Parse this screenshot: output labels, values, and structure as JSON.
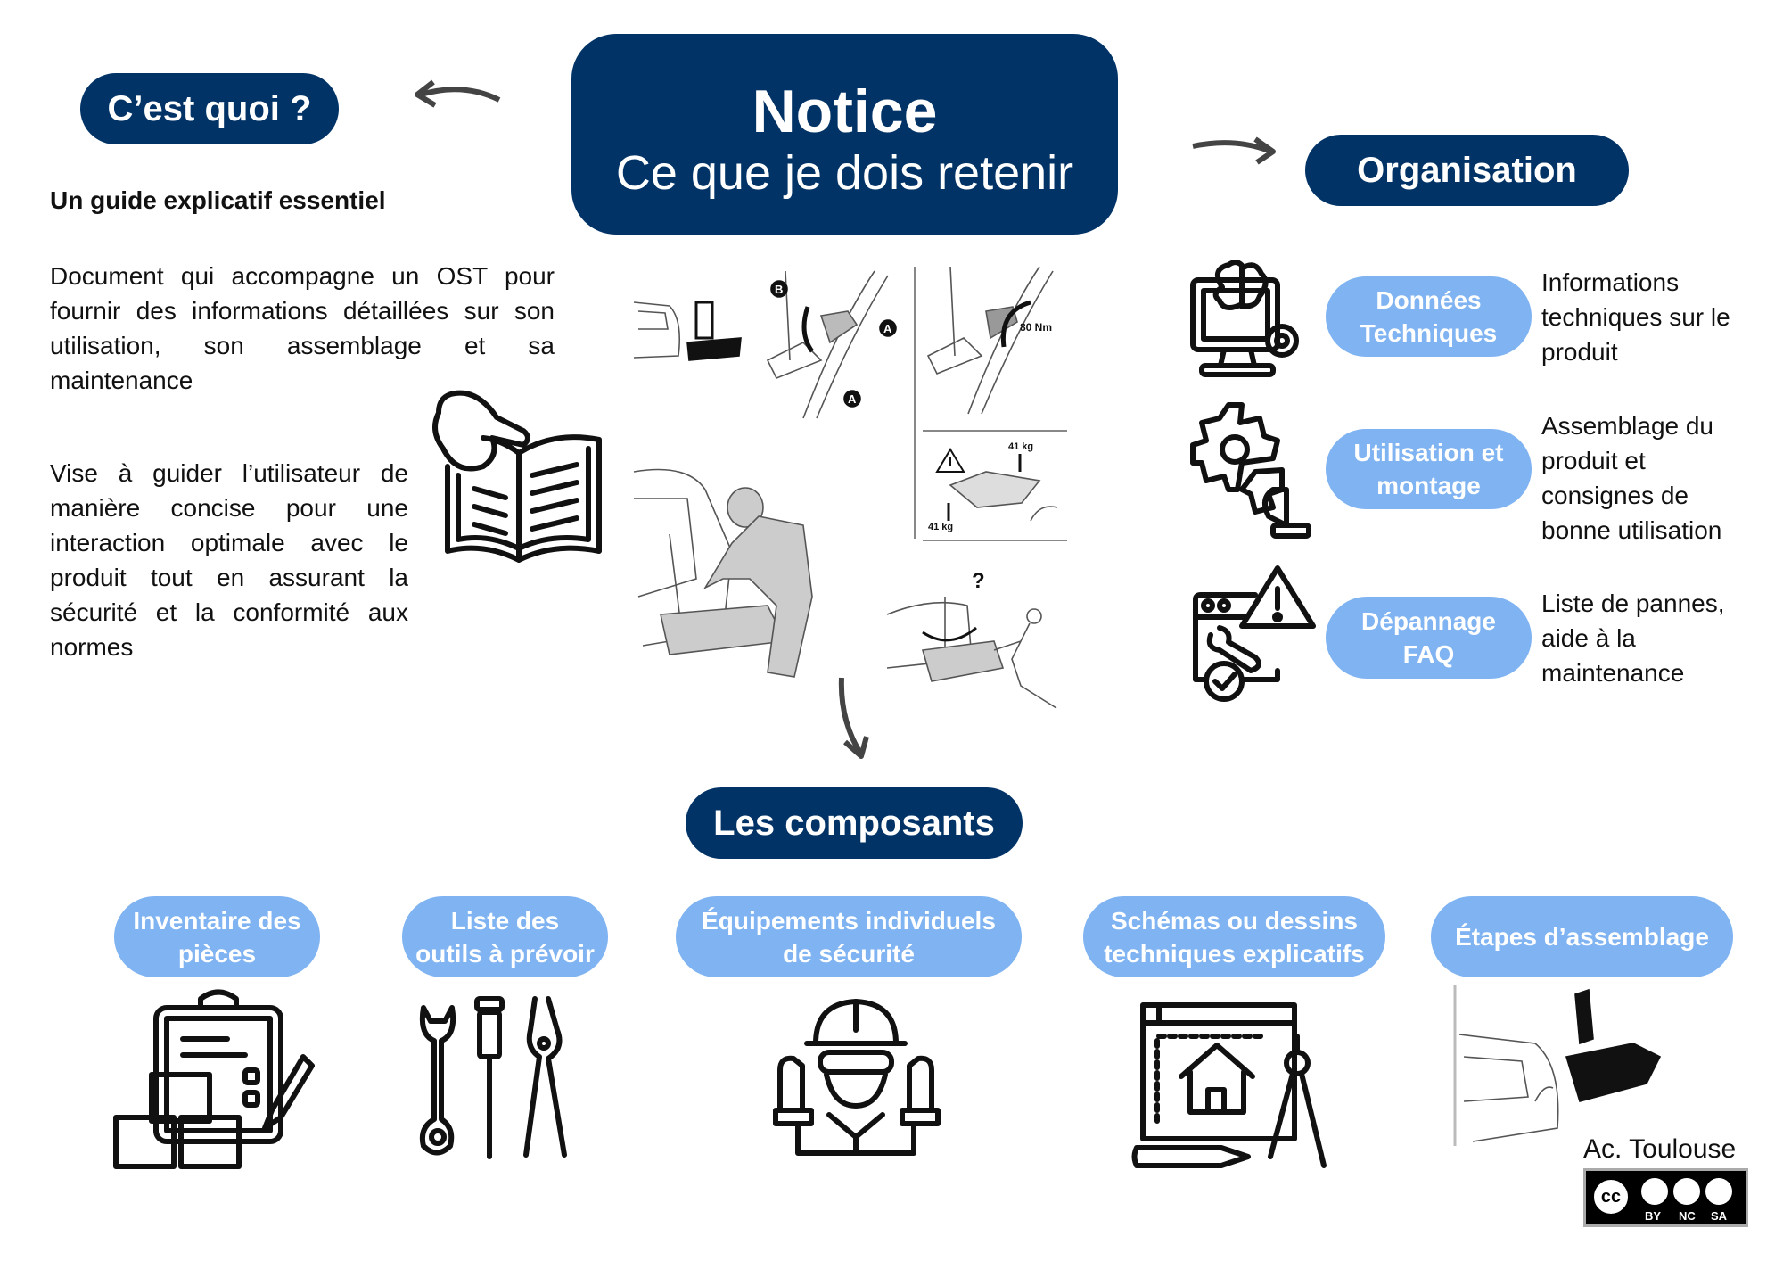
{
  "header": {
    "title": "Notice",
    "subtitle": "Ce que je dois retenir"
  },
  "what": {
    "pill": "C’est quoi ?",
    "heading": "Un guide explicatif essentiel",
    "paragraph1": "Document qui accompagne un OST pour fournir des informations détaillées sur son utilisation, son assemblage et sa maintenance",
    "paragraph2": "Vise à guider l’utilisateur de manière concise pour une interaction optimale avec le produit tout en assurant la sécurité et la conformité aux normes"
  },
  "manual": {
    "label_b": "B",
    "label_a": "A",
    "torque": "80 Nm",
    "weight": "41 kg",
    "question": "?"
  },
  "organisation": {
    "pill": "Organisation",
    "items": [
      {
        "label": "Données Techniques",
        "description": "Informations techniques sur le produit",
        "icon": "computer-brain-gear-icon"
      },
      {
        "label": "Utilisation et montage",
        "description": "Assemblage du produit et consignes de bonne utilisation",
        "icon": "gears-hand-icon"
      },
      {
        "label": "Dépannage FAQ",
        "description": "Liste de pannes, aide à la maintenance",
        "icon": "browser-wrench-warning-icon"
      }
    ]
  },
  "components": {
    "pill": "Les composants",
    "items": [
      {
        "label": "Inventaire des pièces",
        "icon": "clipboard-boxes-icon"
      },
      {
        "label": "Liste des outils à prévoir",
        "icon": "tools-icon"
      },
      {
        "label": "Équipements individuels de sécurité",
        "icon": "worker-helmet-icon"
      },
      {
        "label": "Schémas ou dessins techniques explicatifs",
        "icon": "blueprint-compass-icon"
      },
      {
        "label": "Étapes d’assemblage",
        "icon": "bike-rack-car-image"
      }
    ]
  },
  "footer": {
    "author": "Ac. Toulouse",
    "license": [
      "BY",
      "NC",
      "SA"
    ],
    "license_logo": "cc"
  },
  "colors": {
    "navy": "#023366",
    "light_blue": "#7fb3f2",
    "arrow": "#444444"
  }
}
